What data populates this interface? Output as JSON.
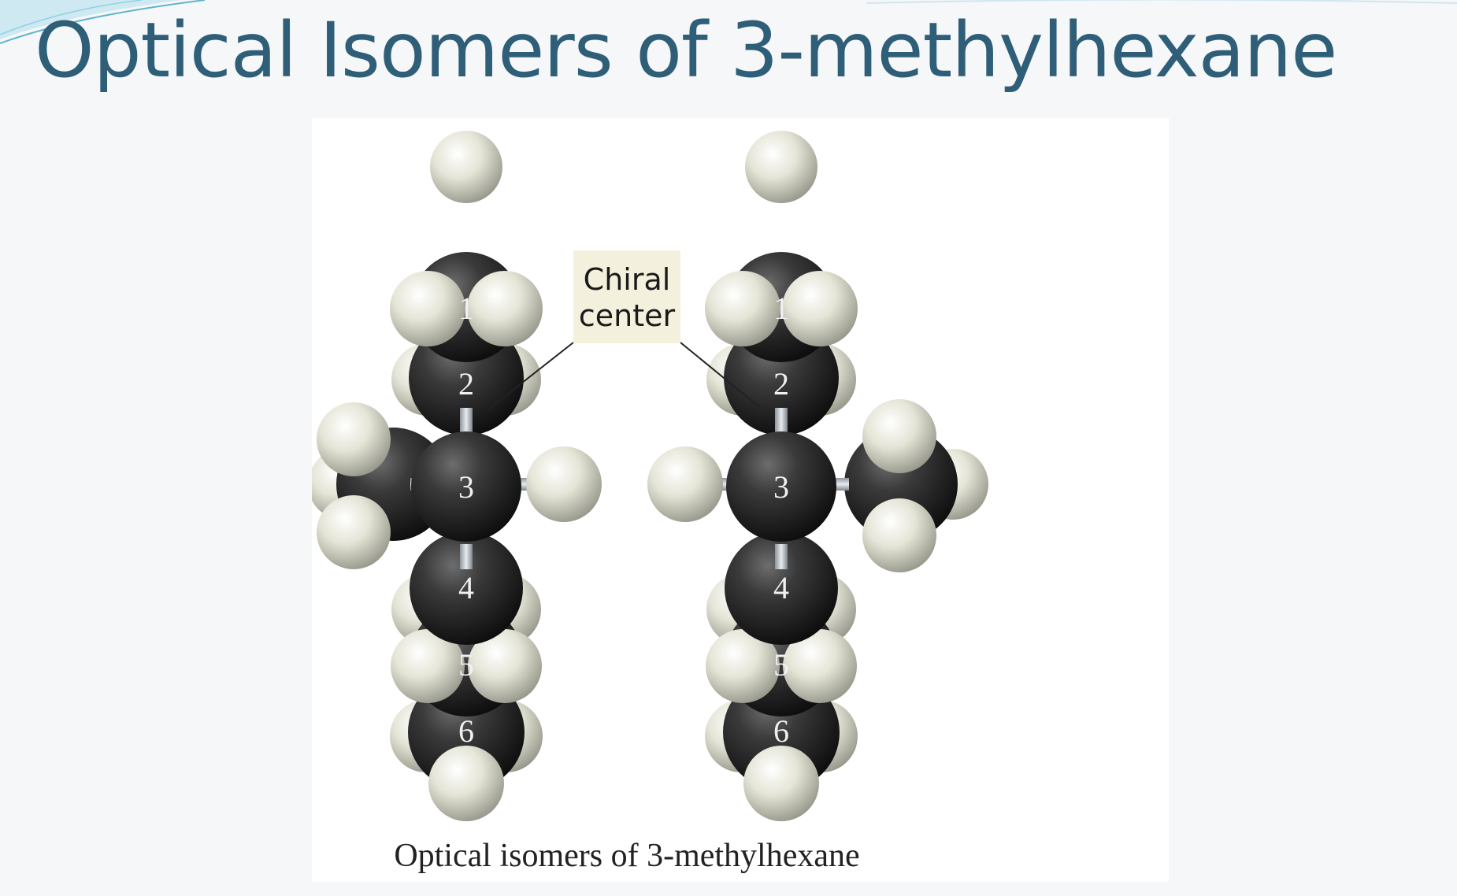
{
  "slide": {
    "title": "Optical Isomers of 3-methylhexane",
    "colors": {
      "title": "#2f5e78",
      "background": "#f6f7f8",
      "carbon": "#1f1f1f",
      "hydrogen": "#e8e8dc",
      "callout_box": "#f3f0dd",
      "bond": "#c7ccd2"
    }
  },
  "figure": {
    "callout_label_line1": "Chiral",
    "callout_label_line2": "center",
    "caption": "Optical isomers of 3-methylhexane",
    "left_molecule": {
      "carbon_labels": [
        "1",
        "2",
        "3",
        "4",
        "5",
        "6"
      ],
      "methyl_side": "left",
      "hydrogen_side": "right"
    },
    "right_molecule": {
      "carbon_labels": [
        "1",
        "2",
        "3",
        "4",
        "5",
        "6"
      ],
      "methyl_side": "right",
      "hydrogen_side": "left"
    }
  }
}
